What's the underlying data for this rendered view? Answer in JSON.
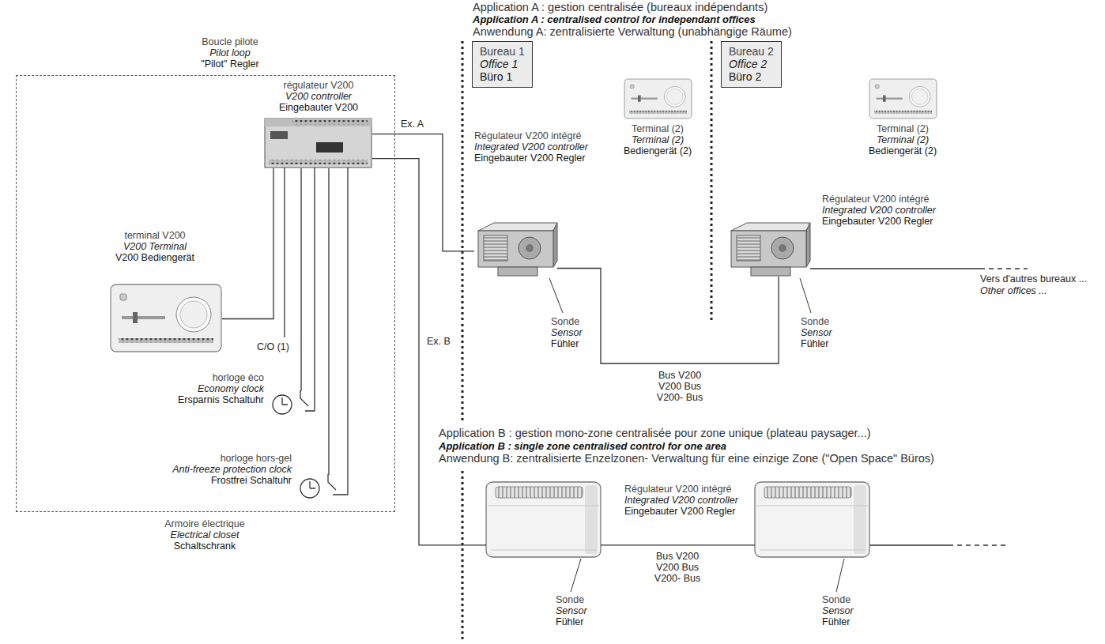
{
  "diagram": {
    "nodes": [
      {
        "text": [
          "Boucle pilote",
          "Pilot loop",
          "\"Pilot\" Regler",
          "Armoire électrique",
          "Electrical closet",
          "Schaltschrank"
        ]
      },
      {
        "text": [
          "régulateur V200",
          "V200 controller",
          "Eingebauter V200"
        ],
        "in": 0
      },
      {
        "text": [
          "terminal V200",
          "V200 Terminal",
          "V200 Bediengerät"
        ],
        "in": 0
      },
      {
        "text": [
          "horloge éco",
          "Economy clock",
          "Ersparnis Schaltuhr"
        ],
        "in": 0
      },
      {
        "text": [
          "horloge hors-gel",
          "Anti-freeze  protection clock",
          "Frostfrei Schaltuhr"
        ],
        "in": 0
      },
      {
        "text": [
          "Bureau 1",
          "Office 1",
          "Büro 1"
        ]
      },
      {
        "text": [
          "Bureau 2",
          "Office 2",
          "Büro 2"
        ]
      },
      {
        "text": [
          "Régulateur V200 intégré",
          "Integrated V200 controller",
          "Eingebauter V200 Regler",
          "Sonde",
          "Sensor",
          "Fühler"
        ]
      },
      {
        "text": [
          "Terminal (2)",
          "Terminal (2)",
          "Bediengerät (2)"
        ]
      },
      {
        "text": [
          "Régulateur V200 intégré",
          "Integrated V200 controller",
          "Eingebauter V200 Regler",
          "Sonde",
          "Sensor",
          "Fühler"
        ]
      },
      {
        "text": [
          "Terminal (2)",
          "Terminal (2)",
          "Bediengerät (2)"
        ]
      },
      {
        "text": [
          "Régulateur V200 intégré",
          "Integrated V200 controller",
          "Eingebauter V200 Regler",
          "Sonde",
          "Sensor",
          "Fühler"
        ]
      },
      {
        "text": [
          "Sonde",
          "Sensor",
          "Fühler"
        ]
      }
    ],
    "edges": [
      {
        "from": 2,
        "to": 1,
        "arrow": "none"
      },
      {
        "from": 3,
        "to": 1,
        "arrow": "none"
      },
      {
        "from": 4,
        "to": 1,
        "arrow": "none"
      },
      {
        "from": 1,
        "to": 7,
        "label": "Ex. A",
        "arrow": "none"
      },
      {
        "from": 7,
        "to": 9,
        "label": "Bus V200 V200 Bus V200- Bus",
        "arrow": "none"
      },
      {
        "from": 1,
        "to": 11,
        "label": "Ex. B",
        "arrow": "none"
      },
      {
        "from": 11,
        "to": 12,
        "label": "Bus V200 V200 Bus V200- Bus",
        "arrow": "none"
      }
    ],
    "labels": [
      "Application A : gestion centralisée (bureaux indépendants)",
      "Application A : centralised control for independant offices",
      "Anwendung A: zentralisierte Verwaltung (unabhängige Räume)",
      "Application B : gestion mono-zone centralisée pour zone unique (plateau paysager...)",
      "Application B : single zone centralised control for one area",
      "Anwendung B: zentralisierte Enzelzonen- Verwaltung für eine einzige Zone (\"Open Space\" Büros)",
      "C/O (1)",
      "Vers d'autres bureaux ...",
      "Other offices ..."
    ]
  }
}
